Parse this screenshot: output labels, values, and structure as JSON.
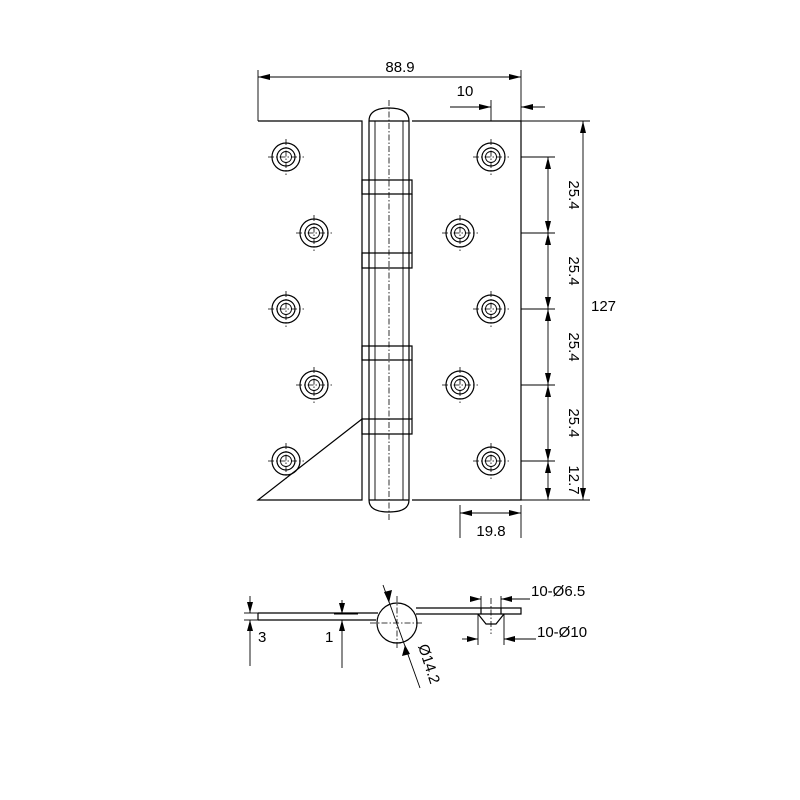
{
  "dimensions": {
    "overall_width": "88.9",
    "edge_offset": "10",
    "height": "127",
    "hole_pitch": [
      "25.4",
      "25.4",
      "25.4",
      "25.4"
    ],
    "end_distance": "12.7",
    "hole_offset": "19.8",
    "leaf_thickness": "3",
    "gap": "1",
    "knuckle_diameter": "Ø14.2",
    "hole_small": "10-Ø6.5",
    "hole_large": "10-Ø10"
  },
  "colors": {
    "line": "#000000",
    "background": "#ffffff"
  }
}
